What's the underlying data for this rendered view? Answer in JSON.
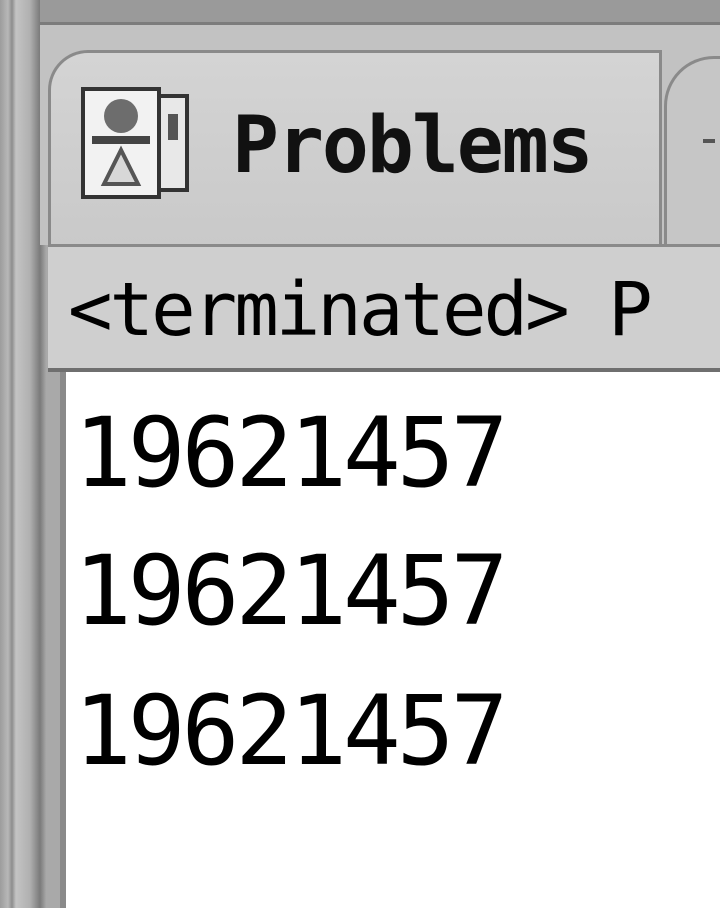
{
  "tabs": [
    {
      "label": "Problems",
      "icon": "problems-icon",
      "active": true
    }
  ],
  "console": {
    "header": "<terminated> P",
    "output_lines": [
      "19621457",
      "19621457",
      "19621457"
    ]
  },
  "colors": {
    "frame": "#a9a9a9",
    "tab_active": "#d4d4d4",
    "console_bg": "#ffffff",
    "text": "#000000"
  }
}
